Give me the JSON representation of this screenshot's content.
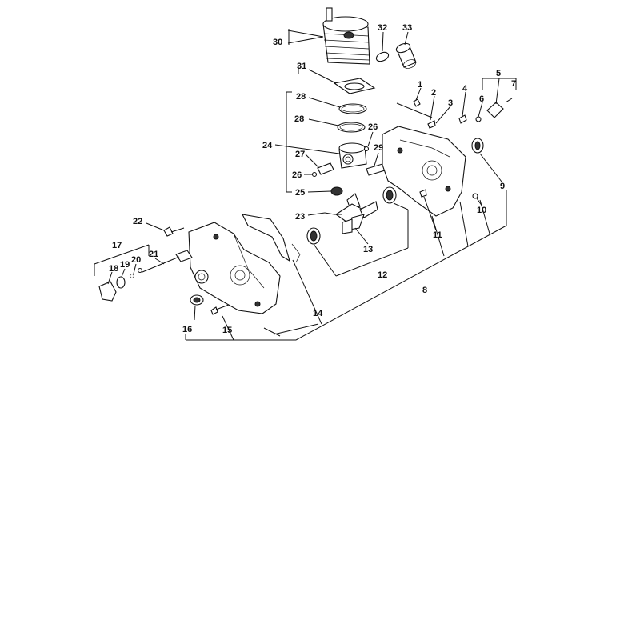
{
  "diagram": {
    "callouts": {
      "c1": "1",
      "c2": "2",
      "c3": "3",
      "c4": "4",
      "c5": "5",
      "c6": "6",
      "c7": "7",
      "c8": "8",
      "c9": "9",
      "c10": "10",
      "c11": "11",
      "c12": "12",
      "c13": "13",
      "c14": "14",
      "c15": "15",
      "c16": "16",
      "c17": "17",
      "c18": "18",
      "c19": "19",
      "c20": "20",
      "c21": "21",
      "c22": "22",
      "c23": "23",
      "c24": "24",
      "c25": "25",
      "c26a": "26",
      "c26b": "26",
      "c27": "27",
      "c28a": "28",
      "c28b": "28",
      "c29": "29",
      "c30": "30",
      "c31": "31",
      "c32": "32",
      "c33": "33"
    }
  }
}
